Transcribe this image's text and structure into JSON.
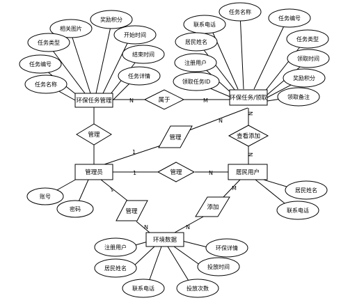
{
  "entities": {
    "task_mgmt": "环保任务管理",
    "task_claim": "环保任务/领取",
    "admin": "管理员",
    "resident": "居民用户",
    "data": "环境数据"
  },
  "relations": {
    "belongs": "属于",
    "manage_task": "管理",
    "manage_claim": "管理",
    "view_add": "查看添加",
    "manage_resident": "管理",
    "manage_data": "管理",
    "add_data": "添加"
  },
  "attributes": {
    "tm_image": "相关图片",
    "tm_reward": "奖励积分",
    "tm_type": "任务类型",
    "tm_start": "开始时间",
    "tm_no": "任务编号",
    "tm_end": "结束时间",
    "tm_name": "任务名称",
    "tm_detail": "任务详情",
    "tc_name": "任务名称",
    "tc_phone": "联系电话",
    "tc_no": "任务编号",
    "tc_resname": "居民姓名",
    "tc_type": "任务类型",
    "tc_user": "注册用户",
    "tc_claimtime": "领取时间",
    "tc_claimid": "领取任务ID",
    "tc_reward": "奖励积分",
    "tc_note": "领取备注",
    "ad_account": "账号",
    "ad_password": "密码",
    "rs_name": "居民姓名",
    "rs_phone": "联系电话",
    "dt_user": "注册用户",
    "dt_detail": "环保详情",
    "dt_resname": "居民姓名",
    "dt_time": "投放时间",
    "dt_phone": "联系电话",
    "dt_count": "投放次数"
  },
  "cardinality": {
    "belongs_left": "N",
    "belongs_right": "M",
    "claim_top": "N",
    "admin_claim": "1",
    "claim_view": "N",
    "resident_view": "N",
    "admin_resident": "1",
    "resident_left": "N",
    "admin_data": "1",
    "data_left": "N",
    "resident_add": "M",
    "data_add": "N"
  }
}
